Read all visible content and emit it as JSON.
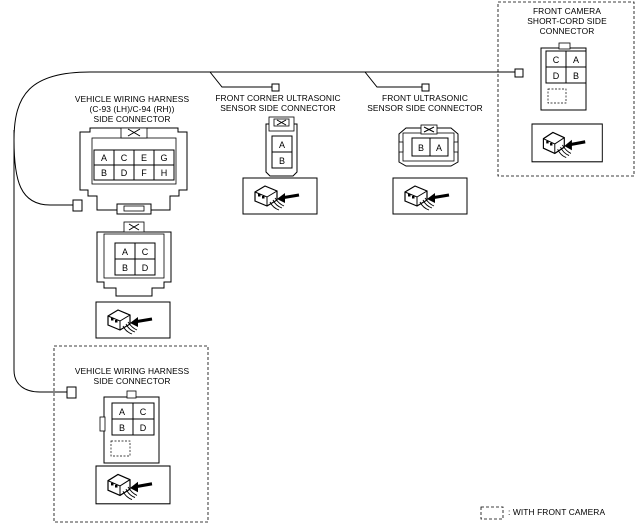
{
  "labels": {
    "front_camera": [
      "FRONT CAMERA",
      "SHORT-CORD SIDE",
      "CONNECTOR"
    ],
    "vehicle_harness_top": [
      "VEHICLE WIRING HARNESS",
      "(C-93 (LH)/C-94 (RH))",
      "SIDE CONNECTOR"
    ],
    "front_corner": [
      "FRONT CORNER ULTRASONIC",
      "SENSOR SIDE CONNECTOR"
    ],
    "front_ultrasonic": [
      "FRONT ULTRASONIC",
      "SENSOR SIDE CONNECTOR"
    ],
    "vehicle_harness_bottom": [
      "VEHICLE WIRING HARNESS",
      "SIDE CONNECTOR"
    ],
    "legend": ": WITH FRONT CAMERA"
  },
  "pins": {
    "harness8": [
      "A",
      "C",
      "E",
      "G",
      "B",
      "D",
      "F",
      "H"
    ],
    "harness4_mid": [
      "A",
      "C",
      "B",
      "D"
    ],
    "corner2": [
      "A",
      "B"
    ],
    "ultra2": [
      "B",
      "A"
    ],
    "camera4": [
      "C",
      "A",
      "D",
      "B"
    ],
    "bottom4": [
      "A",
      "C",
      "B",
      "D"
    ]
  },
  "icons": [
    "connector-probe-icon"
  ]
}
